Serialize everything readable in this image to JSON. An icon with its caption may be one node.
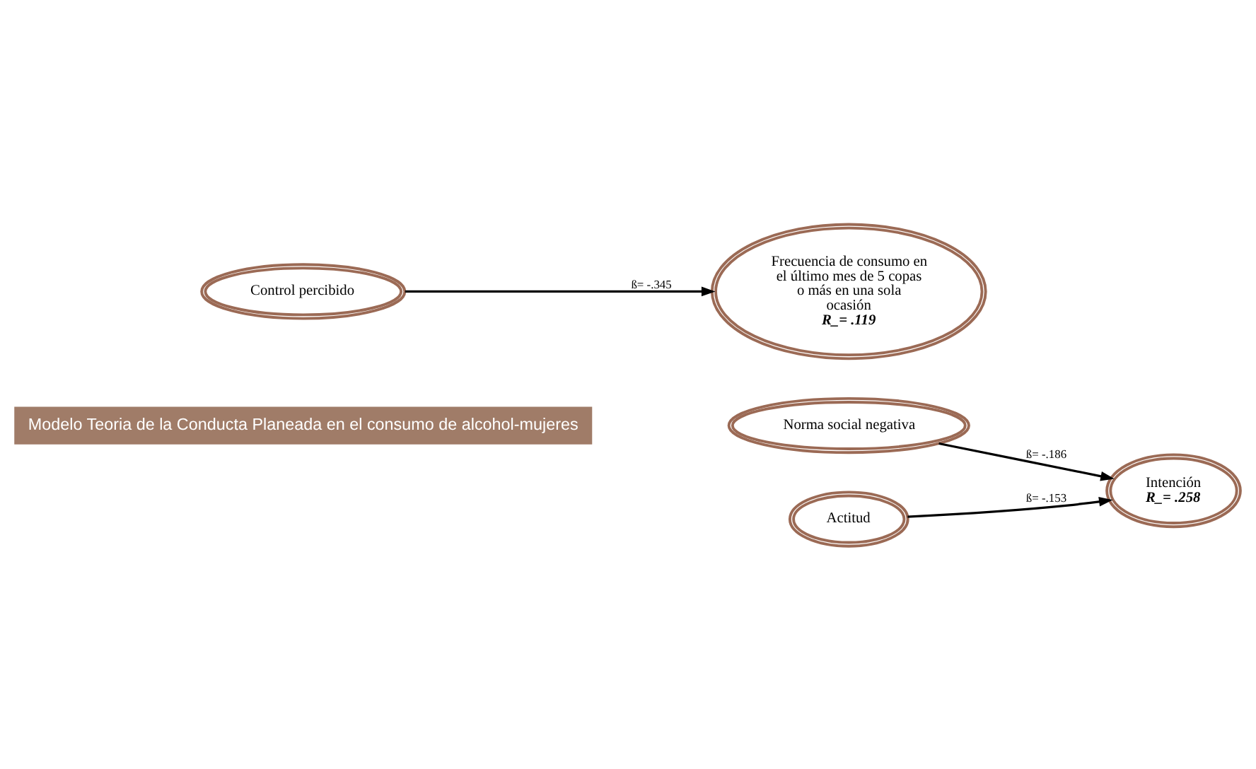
{
  "diagram": {
    "title": "Modelo Teoria de la Conducta Planeada en el consumo de alcohol-mujeres",
    "nodes": [
      {
        "text": [
          "Norma social negativa"
        ]
      },
      {
        "text": [
          "Actitud"
        ]
      },
      {
        "text": [
          "Intención",
          "R_= .258"
        ]
      },
      {
        "text": [
          "Frecuencia de consumo en el último mes de 5 copas o más en una sola ocasión",
          "R_= .119"
        ]
      },
      {
        "text": [
          "Control percibido"
        ]
      }
    ],
    "edges": [
      {
        "from": 0,
        "to": 2,
        "arrow": "to",
        "label": "ß= -.186"
      },
      {
        "from": 1,
        "to": 2,
        "arrow": "to",
        "label": "ß= -.153"
      },
      {
        "from": 4,
        "to": 3,
        "arrow": "to",
        "label": "ß= -.345"
      }
    ]
  }
}
